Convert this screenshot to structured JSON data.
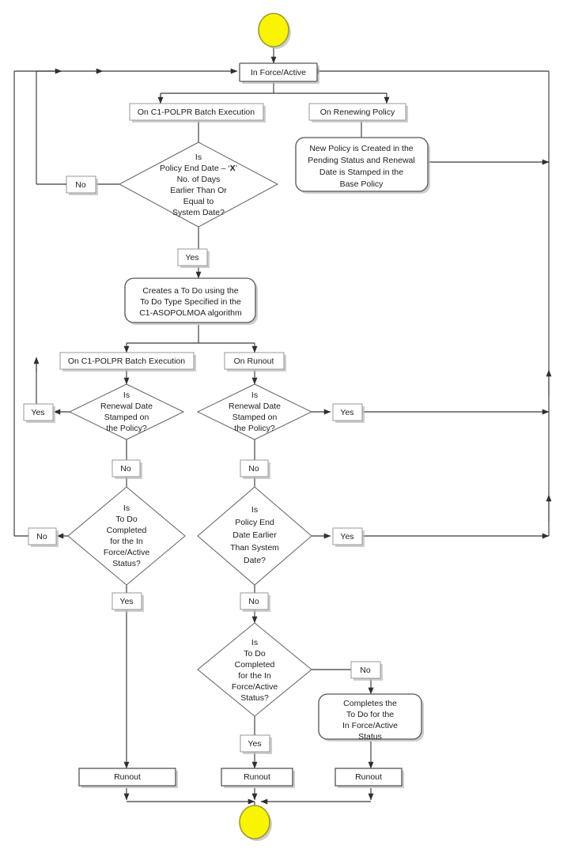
{
  "diagram": {
    "title": "Policy Renewal / Runout Status Transition Flowchart",
    "colors": {
      "terminator_fill": "#f9f500",
      "terminator_border": "#9a9a34",
      "node_fill": "#ffffff",
      "node_border": "#555555",
      "edge": "#3a3a3a",
      "text": "#1c1c1c"
    }
  },
  "terminators": {
    "start": "",
    "end": ""
  },
  "nodes": {
    "in_force_active": "In Force/Active",
    "new_policy_box": {
      "line1": "New Policy is Created in the",
      "line2": "Pending Status and Renewal",
      "line3": "Date is Stamped in the",
      "line4": "Base Policy"
    },
    "creates_todo_box": {
      "line1": "Creates a To Do using the",
      "line2": "To Do Type Specified in the",
      "line3": "C1-ASOPOLMOA algorithm"
    },
    "completes_todo_box": {
      "line1": "Completes the",
      "line2": "To Do for the",
      "line3": "In Force/Active",
      "line4": "Status"
    },
    "runout_left": "Runout",
    "runout_center": "Runout",
    "runout_right": "Runout"
  },
  "decisions": {
    "policy_end_date_x": {
      "line1": "Is",
      "line2a": "Policy End Date – ‘",
      "line2b": "X",
      "line2c": "’",
      "line3": "No. of Days",
      "line4": "Earlier Than Or",
      "line5": "Equal to",
      "line6": "System Date?"
    },
    "renewal_stamped_left": {
      "line1": "Is",
      "line2": "Renewal Date",
      "line3": "Stamped on",
      "line4": "the Policy?"
    },
    "renewal_stamped_center": {
      "line1": "Is",
      "line2": "Renewal Date",
      "line3": "Stamped on",
      "line4": "the Policy?"
    },
    "todo_completed_left": {
      "line1": "Is",
      "line2": "To Do",
      "line3": "Completed",
      "line4": "for the In",
      "line5": "Force/Active",
      "line6": "Status?"
    },
    "policy_end_earlier": {
      "line1": "Is",
      "line2": "Policy End",
      "line3": "Date Earlier",
      "line4": "Than System",
      "line5": "Date?"
    },
    "todo_completed_center": {
      "line1": "Is",
      "line2": "To Do",
      "line3": "Completed",
      "line4": "for the In",
      "line5": "Force/Active",
      "line6": "Status?"
    }
  },
  "edge_labels": {
    "on_batch_execution_top": "On C1-POLPR Batch Execution",
    "on_renewing_policy": "On Renewing Policy",
    "no_policy_end_x": "No",
    "yes_policy_end_x": "Yes",
    "on_batch_execution_mid": "On C1-POLPR Batch Execution",
    "on_runout": "On Runout",
    "yes_renewal_left": "Yes",
    "yes_renewal_center": "Yes",
    "no_renewal_left": "No",
    "no_renewal_center": "No",
    "no_todo_left": "No",
    "yes_todo_left": "Yes",
    "yes_policy_end_earlier": "Yes",
    "no_policy_end_earlier": "No",
    "no_todo_center": "No",
    "yes_todo_center": "Yes"
  }
}
